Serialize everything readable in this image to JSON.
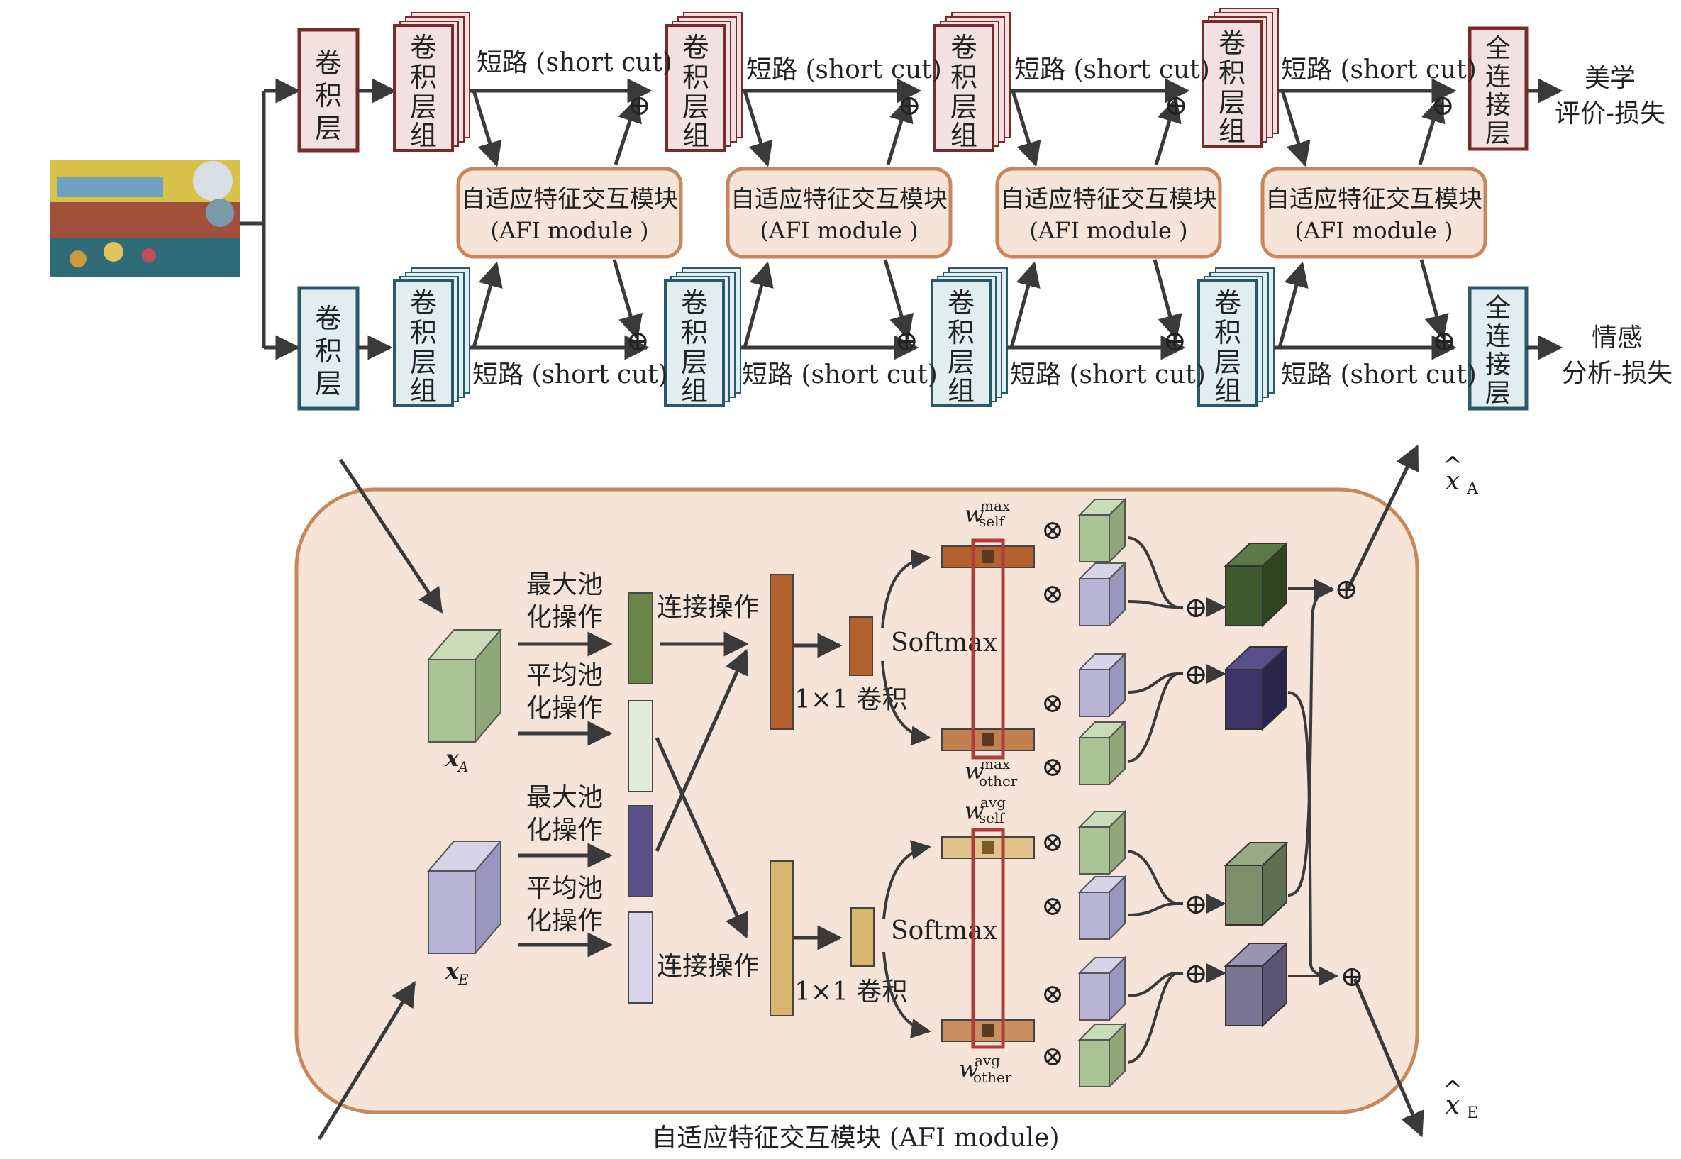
{
  "top": {
    "conv_layer_chars": [
      "卷",
      "积",
      "层"
    ],
    "conv_group_chars": [
      "卷",
      "积",
      "层",
      "组"
    ],
    "fc_chars": [
      "全",
      "连",
      "接",
      "层"
    ],
    "shortcut_label": "短路 (short cut)",
    "afi_line1": "自适应特征交互模块",
    "afi_line2": "(AFI module )",
    "aesthetic_out_line1": "美学",
    "aesthetic_out_line2": "评价-损失",
    "emotion_out_line1": "情感",
    "emotion_out_line2": "分析-损失",
    "plus": "⊕"
  },
  "afi": {
    "max_pool_line1": "最大池",
    "max_pool_line2": "化操作",
    "avg_pool_line1": "平均池",
    "avg_pool_line2": "化操作",
    "concat": "连接操作",
    "conv1x1": "1×1 卷积",
    "softmax": "Softmax",
    "w": "w",
    "sup_max": "max",
    "sup_avg": "avg",
    "sub_self": "self",
    "sub_other": "other",
    "x": "x",
    "sub_A": "A",
    "sub_E": "E",
    "hat": "^",
    "otimes": "⊗",
    "plus": "⊕",
    "caption": "自适应特征交互模块  (AFI module)"
  },
  "colors": {
    "red_border": "#7a2a2a",
    "red_fill": "#f3e0e0",
    "blue_border": "#2a5a6a",
    "blue_fill": "#e0eef2",
    "afi_border": "#c9865a",
    "afi_fill": "#f7e4d8",
    "green_cube": "#a9c394",
    "purple_cube": "#b8b4d6",
    "dark_green_cube": "#3f5a2e",
    "dark_purple_cube": "#3c3565",
    "mid_green_cube": "#7c8e6c",
    "mid_purple_cube": "#7b7594",
    "brown_bar": "#b5612f",
    "tan_bar": "#d7b66f",
    "highlight_box": "#b23a3a"
  }
}
